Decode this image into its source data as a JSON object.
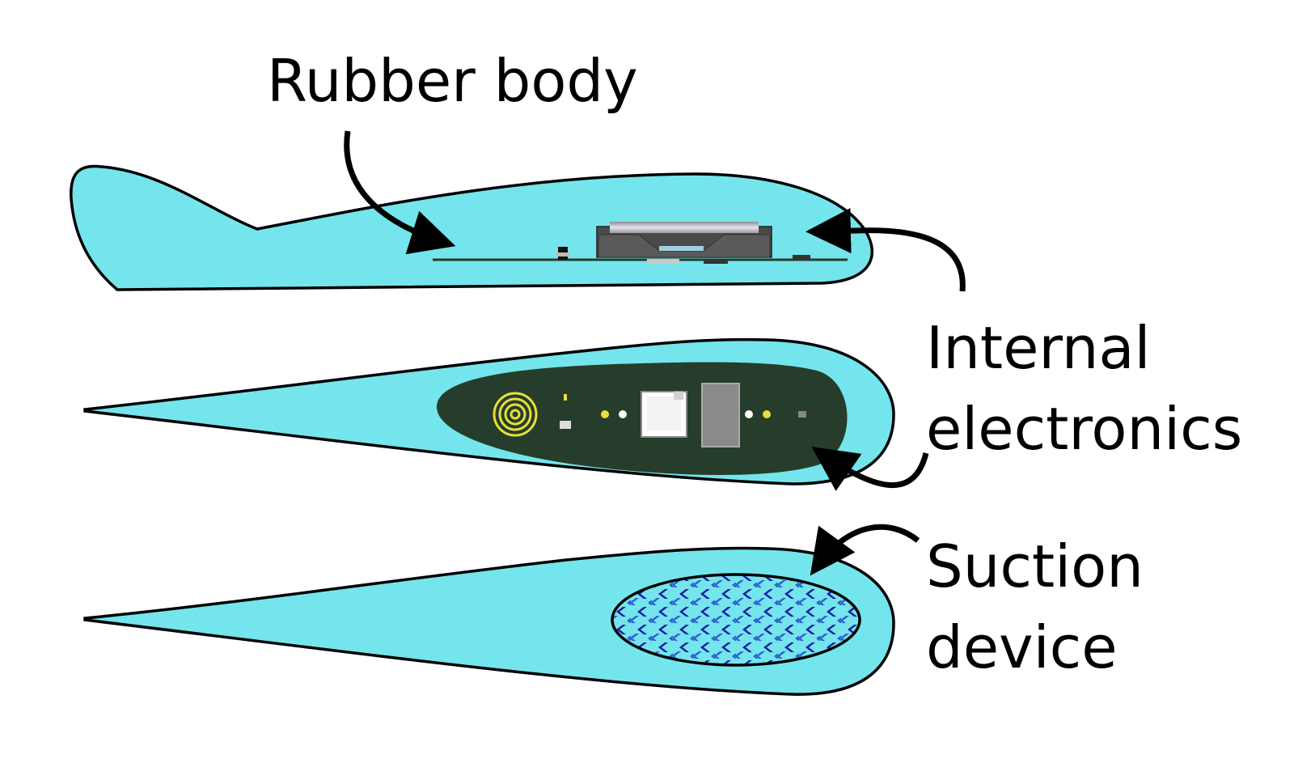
{
  "labels": {
    "rubber_body": "Rubber body",
    "internal_line1": "Internal",
    "internal_line2": "electronics",
    "suction_line1": "Suction",
    "suction_line2": "device"
  },
  "colors": {
    "body_fill": "#74e5ec",
    "outline": "#000000",
    "pcb_fill": "#253d2a",
    "coil": "#e8df3a",
    "pattern_dark": "#1a1aa8",
    "pattern_light": "#3d8ee6",
    "battery_holder": "#4a4a4a",
    "battery_metal": "#c8c8cc"
  },
  "icons": {
    "arrow": "arrow-head-icon",
    "coil": "coil-icon",
    "chip": "chip-icon",
    "battery": "battery-icon"
  }
}
